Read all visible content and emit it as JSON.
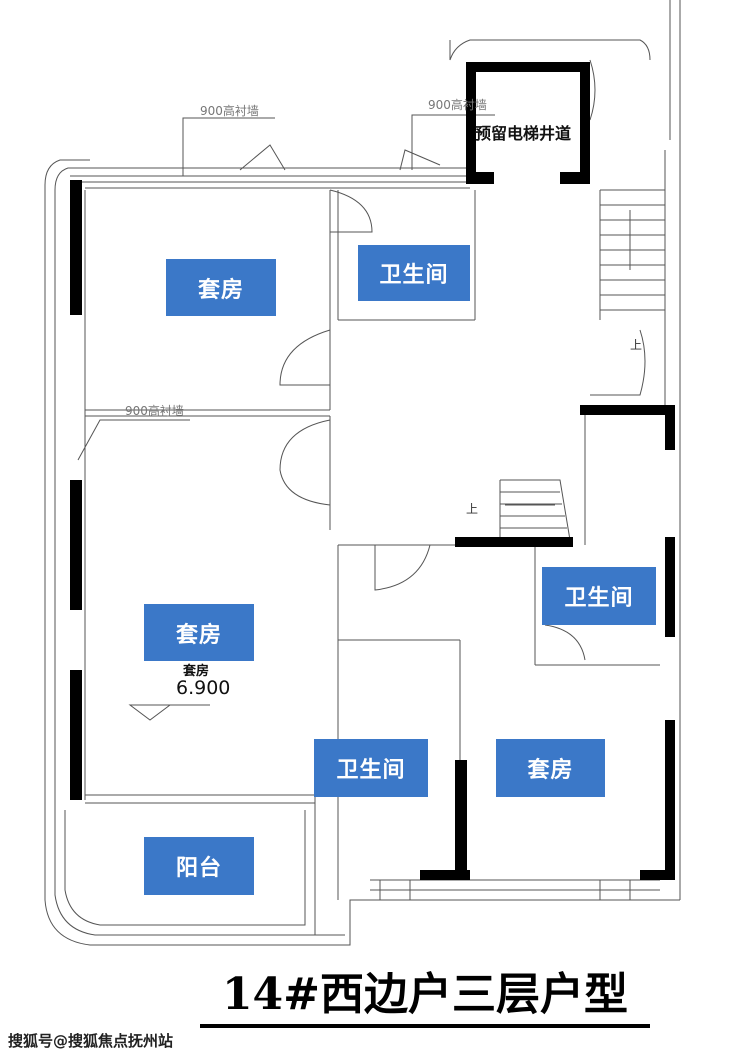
{
  "rooms": [
    {
      "id": "suite-1",
      "label": "套房"
    },
    {
      "id": "bathroom-1",
      "label": "卫生间"
    },
    {
      "id": "suite-2",
      "label": "套房"
    },
    {
      "id": "bathroom-2",
      "label": "卫生间"
    },
    {
      "id": "bathroom-3",
      "label": "卫生间"
    },
    {
      "id": "suite-3",
      "label": "套房"
    },
    {
      "id": "balcony",
      "label": "阳台"
    }
  ],
  "notes": {
    "wall_note_1": "900高衬墙",
    "wall_note_2": "900高衬墙",
    "wall_note_3": "900高衬墙",
    "elevator_shaft": "预留电梯井道",
    "stair_up_1": "上",
    "stair_up_2": "上",
    "room_tag": "套房",
    "elevation": "6.900"
  },
  "title": "14#西边户三层户型",
  "watermark": "搜狐号@搜狐焦点抚州站",
  "colors": {
    "label_bg": "#3b78c8",
    "wall": "#000000",
    "line": "#555555"
  }
}
